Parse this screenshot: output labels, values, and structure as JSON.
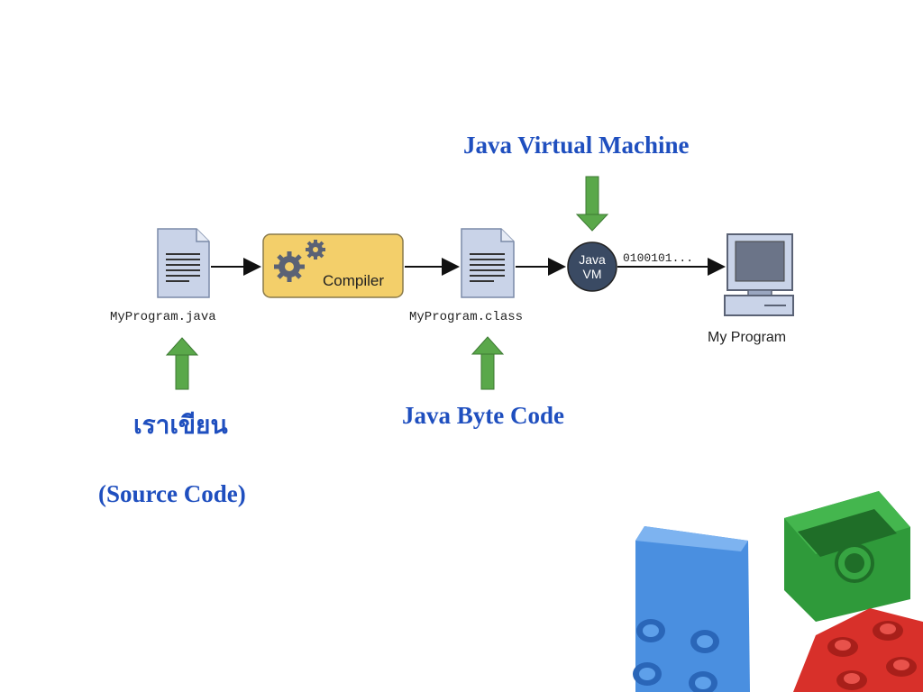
{
  "labels": {
    "jvm_caption": "Java Virtual Machine",
    "source_file": "MyProgram.java",
    "compiler": "Compiler",
    "class_file": "MyProgram.class",
    "jvm_icon_line1": "Java",
    "jvm_icon_line2": "VM",
    "binary": "0100101...",
    "program": "My Program",
    "thai_caption": "เราเขียน",
    "source_code_caption": "(Source Code)",
    "bytecode_caption": "Java Byte Code"
  },
  "colors": {
    "caption_blue": "#1f4fbf",
    "arrow_green": "#5aa84a",
    "compiler_fill": "#f3cf6a",
    "document_fill": "#c9d3e8",
    "jvm_fill": "#3a4a63"
  },
  "icons": [
    "document-icon",
    "gear-icon",
    "document-icon",
    "jvm-icon",
    "computer-icon",
    "lego-bricks-decoration"
  ]
}
